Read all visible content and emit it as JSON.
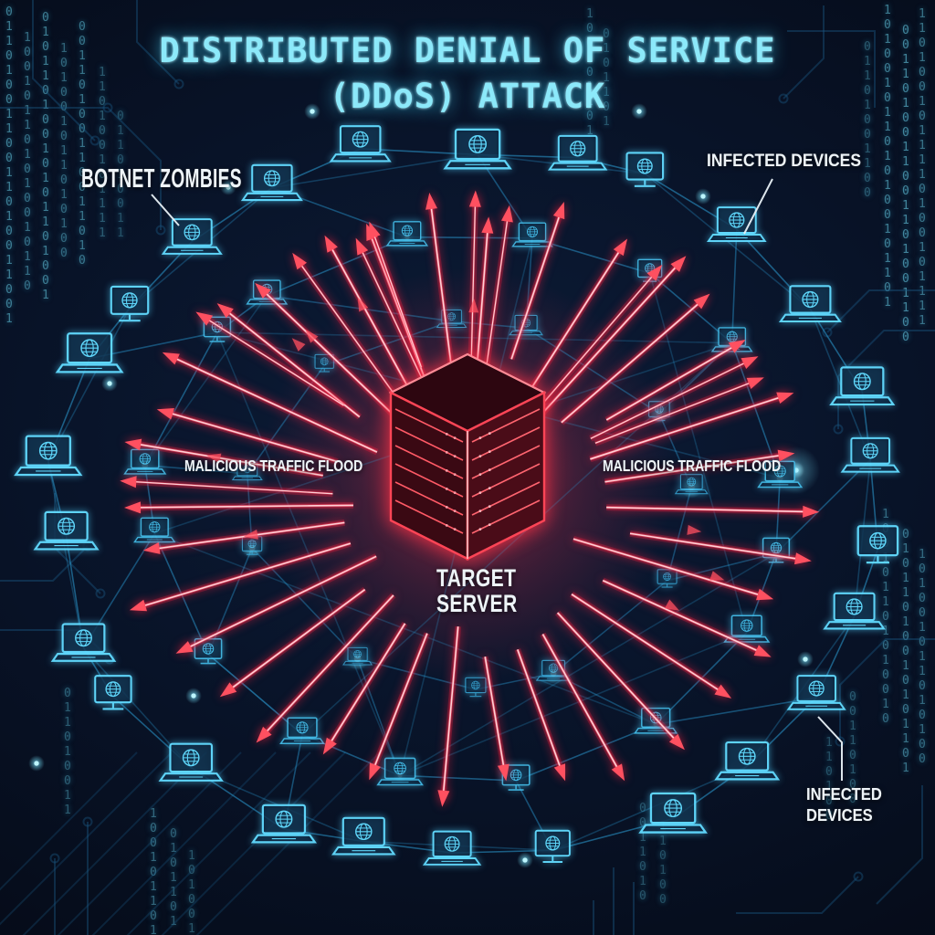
{
  "title": {
    "line1": "DISTRIBUTED DENIAL OF SERVICE",
    "line2": "(DDoS) ATTACK"
  },
  "labels": {
    "botnet_zombies": "BOTNET ZOMBIES",
    "infected_devices_top": "INFECTED DEVICES",
    "malicious_traffic_left": "MALICIOUS TRAFFIC FLOOD",
    "malicious_traffic_right": "MALICIOUS TRAFFIC FLOOD",
    "target_server_line1": "TARGET",
    "target_server_line2": "SERVER",
    "infected_devices_bottom_line1": "INFECTED",
    "infected_devices_bottom_line2": "DEVICES"
  },
  "icons": {
    "device": "laptop-globe-icon",
    "device_alt": "monitor-globe-icon",
    "server": "server-rack-icon"
  },
  "colors": {
    "background": "#071021",
    "title_cyan": "#8ce9fa",
    "label_white": "#eef4f8",
    "device_stroke_bright": "#62dcff",
    "device_stroke_mid": "#46c2ee",
    "device_stroke_dim": "#3aaede",
    "mesh_line": "#2b9cd4",
    "node_dot": "#bdf6ff",
    "beam_red": "#ff3b50",
    "beam_core": "#ffd0d6",
    "arrowhead_red": "#ff5060",
    "server_stroke": "#ff4556",
    "server_face_dark": "#3a0913",
    "server_face_light": "#4a0c18",
    "circuit_trace": "#1b5884",
    "binary_digit": "#6ed7f0"
  },
  "background": {
    "binary_columns": [
      "0110100110",
      "1001011010",
      "0101101001",
      "1010010110",
      "0011010011",
      "1101001011"
    ]
  }
}
